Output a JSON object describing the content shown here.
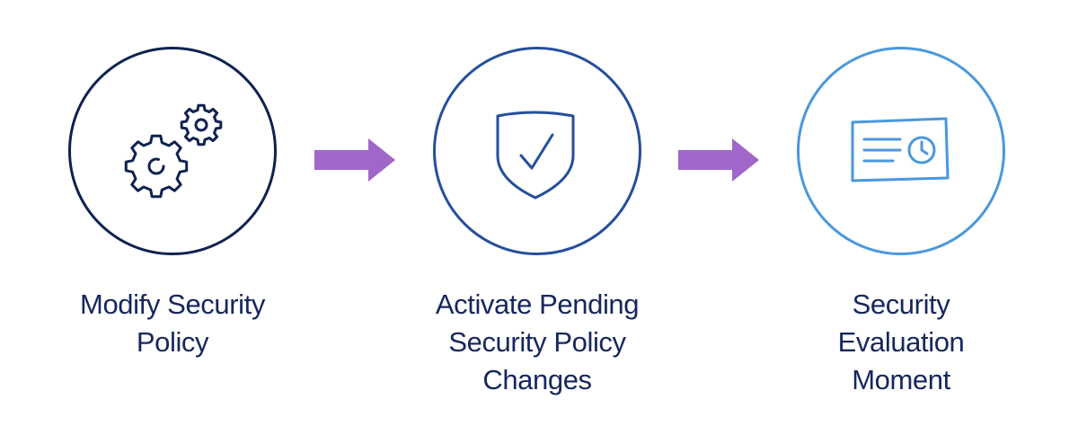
{
  "colors": {
    "circle_1": "#0f2250",
    "circle_2": "#254f9c",
    "circle_3": "#4a98dc",
    "arrow": "#a066c9",
    "label_text": "#16275e"
  },
  "steps": [
    {
      "icon": "gears-icon",
      "label_lines": [
        "Modify Security",
        "Policy"
      ]
    },
    {
      "icon": "shield-check-icon",
      "label_lines": [
        "Activate Pending",
        "Security Policy",
        "Changes"
      ]
    },
    {
      "icon": "clock-card-icon",
      "label_lines": [
        "Security",
        "Evaluation",
        "Moment"
      ]
    }
  ],
  "arrows": [
    {
      "direction": "right"
    },
    {
      "direction": "right"
    }
  ]
}
